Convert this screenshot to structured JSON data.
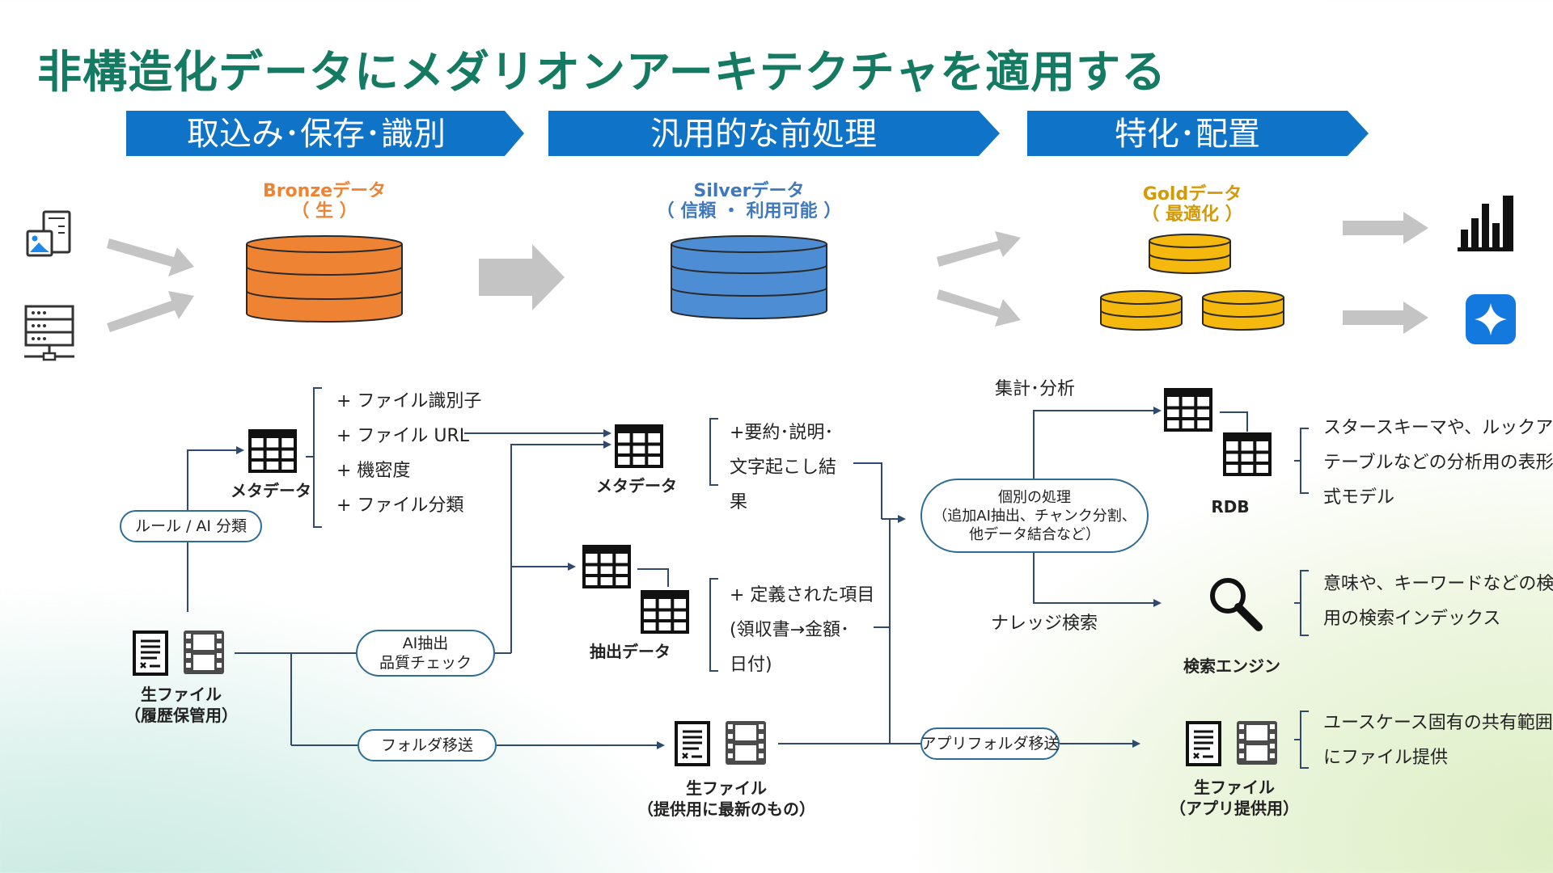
{
  "title": "非構造化データにメダリオンアーキテクチャを適用する",
  "phases": [
    {
      "label": "取込み･保存･識別"
    },
    {
      "label": "汎用的な前処理"
    },
    {
      "label": "特化･配置"
    }
  ],
  "layers": {
    "bronze": {
      "name": "Bronzeデータ",
      "sub": "（ 生 ）",
      "color": "#ee8433"
    },
    "silver": {
      "name": "Silverデータ",
      "sub": "（ 信頼 ・ 利用可能 ）",
      "color": "#4d8dd3"
    },
    "gold": {
      "name": "Goldデータ",
      "sub": "（ 最適化 ）",
      "color": "#f5b80f"
    }
  },
  "sources": {
    "left_top_icon": "image-document-icon",
    "left_bottom_icon": "server-rack-icon"
  },
  "outputs": {
    "top_icon": "bar-chart-icon",
    "bottom_icon": "sparkle-app-icon"
  },
  "flow": {
    "metadata_caption": "メタデータ",
    "metadata_items": [
      "+ ファイル識別子",
      "+ ファイル URL",
      "+ 機密度",
      "+ ファイル分類"
    ],
    "rule_pill": "ルール / AI 分類",
    "raw_file_caption": [
      "生ファイル",
      "（履歴保管用）"
    ],
    "ai_pill": [
      "AI抽出",
      "品質チェック"
    ],
    "folder_pill": "フォルダ移送",
    "silver_metadata_caption": "メタデータ",
    "silver_metadata_items": [
      "+要約･説明･",
      "文字起こし結",
      "果"
    ],
    "extract_caption": "抽出データ",
    "extract_items": [
      "+ 定義された項目",
      "(領収書→金額･",
      "日付)"
    ],
    "latest_file_caption": [
      "生ファイル",
      "（提供用に最新のもの）"
    ],
    "processing_pill": [
      "個別の処理",
      "（追加AI抽出、チャンク分割、",
      "他データ結合など）"
    ],
    "aggregation_label": "集計･分析",
    "knowledge_label": "ナレッジ検索",
    "app_pill": "アプリフォルダ移送",
    "rdb_caption": "RDB",
    "rdb_desc": [
      "スタースキーマや、ルックアップ",
      "テーブルなどの分析用の表形",
      "式モデル"
    ],
    "search_caption": "検索エンジン",
    "search_desc": [
      "意味や、キーワードなどの検索",
      "用の検索インデックス"
    ],
    "app_file_caption": [
      "生ファイル",
      "（アプリ提供用）"
    ],
    "app_file_desc": [
      "ユースケース固有の共有範囲",
      "にファイル提供"
    ]
  },
  "colors": {
    "title": "#147a62",
    "phase_banner": "#0f73c8",
    "connector": "#2f4a6e",
    "pill_border": "#2e6d95",
    "arrow_gray": "#c4c4c4"
  }
}
